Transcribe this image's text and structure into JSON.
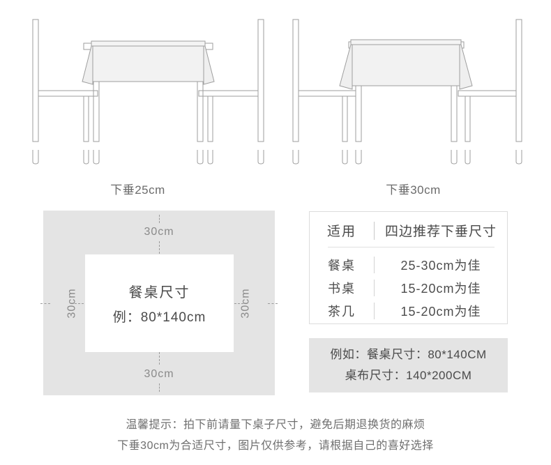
{
  "illustrations": [
    {
      "name": "drop-25",
      "caption": "下垂25cm",
      "drop_cm": 25
    },
    {
      "name": "drop-30",
      "caption": "下垂30cm",
      "drop_cm": 30
    }
  ],
  "size_diagram": {
    "table_label": "餐桌尺寸",
    "table_example": "例：80*140cm",
    "margin_top": "30cm",
    "margin_bottom": "30cm",
    "margin_left": "30cm",
    "margin_right": "30cm"
  },
  "rec_table": {
    "headers": [
      "适用",
      "四边推荐下垂尺寸"
    ],
    "rows": [
      {
        "use": "餐桌",
        "drop": "25-30cm为佳"
      },
      {
        "use": "书桌",
        "drop": "15-20cm为佳"
      },
      {
        "use": "茶几",
        "drop": "15-20cm为佳"
      }
    ]
  },
  "example_box": {
    "line1": "例如：餐桌尺寸：80*140CM",
    "line2": "桌布尺寸：140*200CM"
  },
  "tips": {
    "line1": "温馨提示：拍下前请量下桌子尺寸，避免后期退换货的麻烦",
    "line2": "下垂30cm为合适尺寸，图片仅供参考，请根据自己的喜好选择"
  },
  "colors": {
    "panel_gray": "#e4e4e4",
    "line_gray": "#9a9a9a",
    "text_dark": "#4a4a4a",
    "text_muted": "#8a8a8a",
    "cloth_fill": "#f0f0f0"
  }
}
